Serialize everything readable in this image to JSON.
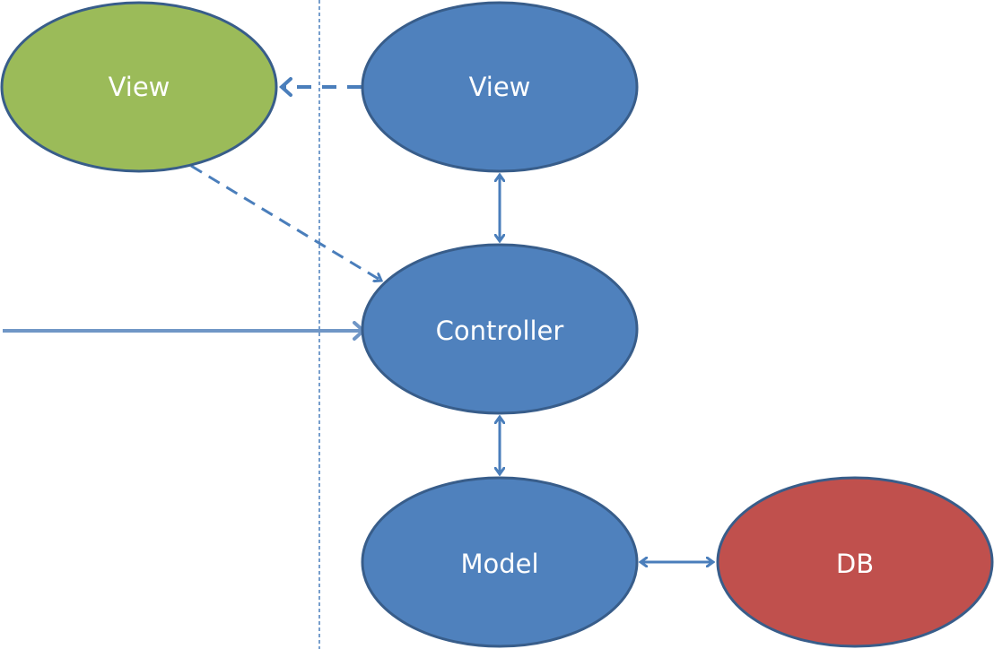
{
  "nodes": {
    "view_client": {
      "label": "View",
      "color": "#9BBB59"
    },
    "view": {
      "label": "View",
      "color": "#4F81BD"
    },
    "controller": {
      "label": "Controller",
      "color": "#4F81BD"
    },
    "model": {
      "label": "Model",
      "color": "#4F81BD"
    },
    "db": {
      "label": "DB",
      "color": "#C0504D"
    }
  },
  "colors": {
    "stroke": "#385D8A",
    "connector": "#4A7EBB",
    "entry_arrow": "#7096C6",
    "divider": "#4A7EBB"
  },
  "edges": [
    {
      "from": "view",
      "to": "view_client",
      "style": "dashed",
      "direction": "one-way"
    },
    {
      "from": "view_client",
      "to": "controller",
      "style": "dashed",
      "direction": "one-way"
    },
    {
      "from": "view",
      "to": "controller",
      "style": "solid",
      "direction": "two-way"
    },
    {
      "from": "external",
      "to": "controller",
      "style": "solid",
      "direction": "one-way"
    },
    {
      "from": "controller",
      "to": "model",
      "style": "solid",
      "direction": "two-way"
    },
    {
      "from": "model",
      "to": "db",
      "style": "solid",
      "direction": "two-way"
    }
  ]
}
